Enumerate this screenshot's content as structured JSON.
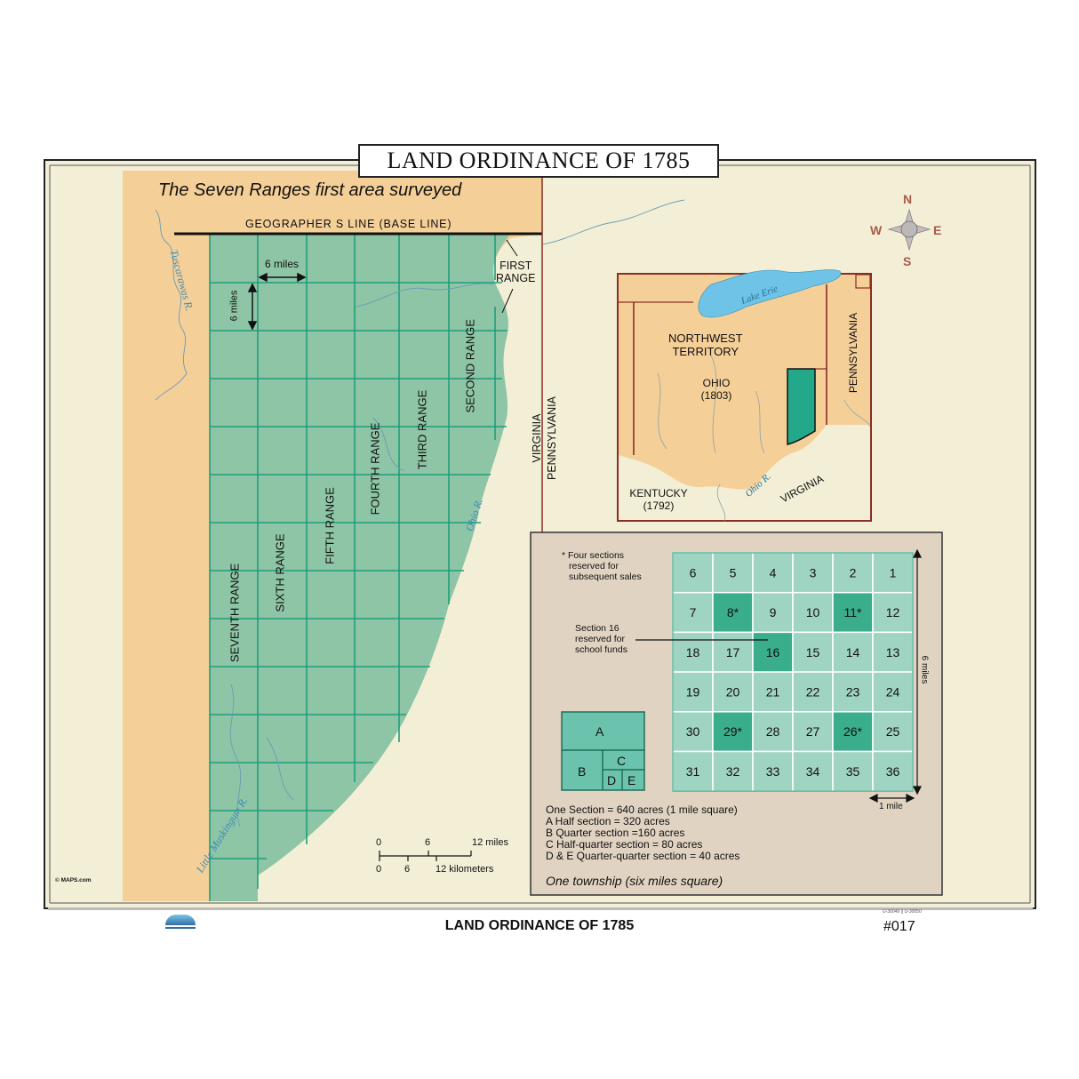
{
  "title": "LAND ORDINANCE OF 1785",
  "subtitle": "The Seven Ranges first area surveyed",
  "base_line": "GEOGRAPHER S LINE (BASE LINE)",
  "ranges": [
    "FIRST RANGE",
    "SECOND RANGE",
    "THIRD RANGE",
    "FOURTH RANGE",
    "FIFTH RANGE",
    "SIXTH RANGE",
    "SEVENTH RANGE"
  ],
  "first_range_line1": "FIRST",
  "first_range_line2": "RANGE",
  "scale_dims": {
    "six_miles_h": "6 miles",
    "six_miles_v": "6 miles"
  },
  "rivers": {
    "tuscarawas": "Tuscarawas R.",
    "ohio": "Ohio R.",
    "little_muskingum": "Little Muskingum R.",
    "lake_erie": "Lake Erie"
  },
  "states": {
    "virginia": "VIRGINIA",
    "pennsylvania": "PENNSYLVANIA"
  },
  "compass": {
    "n": "N",
    "s": "S",
    "e": "E",
    "w": "W"
  },
  "inset": {
    "northwest_territory": "NORTHWEST TERRITORY",
    "northwest_line1": "NORTHWEST",
    "northwest_line2": "TERRITORY",
    "ohio": "OHIO",
    "ohio_year": "(1803)",
    "kentucky": "KENTUCKY",
    "kentucky_year": "(1792)",
    "virginia": "VIRGINIA",
    "pennsylvania": "PENNSYLVANIA",
    "lake_erie": "Lake Erie",
    "ohio_r": "Ohio R."
  },
  "township": {
    "note_reserved": "* Four sections reserved for subsequent sales",
    "note_reserved_l1": "* Four sections",
    "note_reserved_l2": "reserved for",
    "note_reserved_l3": "subsequent sales",
    "note_school_l1": "Section 16",
    "note_school_l2": "reserved for",
    "note_school_l3": "school funds",
    "grid": [
      [
        "6",
        "5",
        "4",
        "3",
        "2",
        "1"
      ],
      [
        "7",
        "8*",
        "9",
        "10",
        "11*",
        "12"
      ],
      [
        "18",
        "17",
        "16",
        "15",
        "14",
        "13"
      ],
      [
        "19",
        "20",
        "21",
        "22",
        "23",
        "24"
      ],
      [
        "30",
        "29*",
        "28",
        "27",
        "26*",
        "25"
      ],
      [
        "31",
        "32",
        "33",
        "34",
        "35",
        "36"
      ]
    ],
    "reserved_sections": [
      "8*",
      "11*",
      "29*",
      "26*"
    ],
    "school_section": "16",
    "side_label": "6 miles",
    "bottom_label": "1 mile",
    "division_labels": [
      "A",
      "B",
      "C",
      "D",
      "E"
    ],
    "definitions": [
      "One Section = 640 acres (1 mile square)",
      "A Half section = 320 acres",
      "B Quarter section =160 acres",
      "C Half-quarter section = 80 acres",
      "D & E Quarter-quarter section = 40 acres"
    ],
    "caption": "One township (six miles square)"
  },
  "scale_bar": {
    "miles_ticks": [
      "0",
      "6",
      "12 miles"
    ],
    "km_ticks": [
      "0",
      "6",
      "12 kilometers"
    ]
  },
  "credit": "© MAPS.com",
  "footer_title": "LAND ORDINANCE OF 1785",
  "product_number": "#017",
  "small_codes": "U-30049 || U-30050",
  "colors": {
    "background": "#f2efd6",
    "peach": "#f5cf98",
    "green": "#8ec5a6",
    "grid_line": "#1f9e7a",
    "township_cell": "#9fd3c2",
    "township_dark": "#3aae8c",
    "panel": "#e0d3c1",
    "water": "#6ec3e6",
    "boundary": "#8b2d25"
  }
}
